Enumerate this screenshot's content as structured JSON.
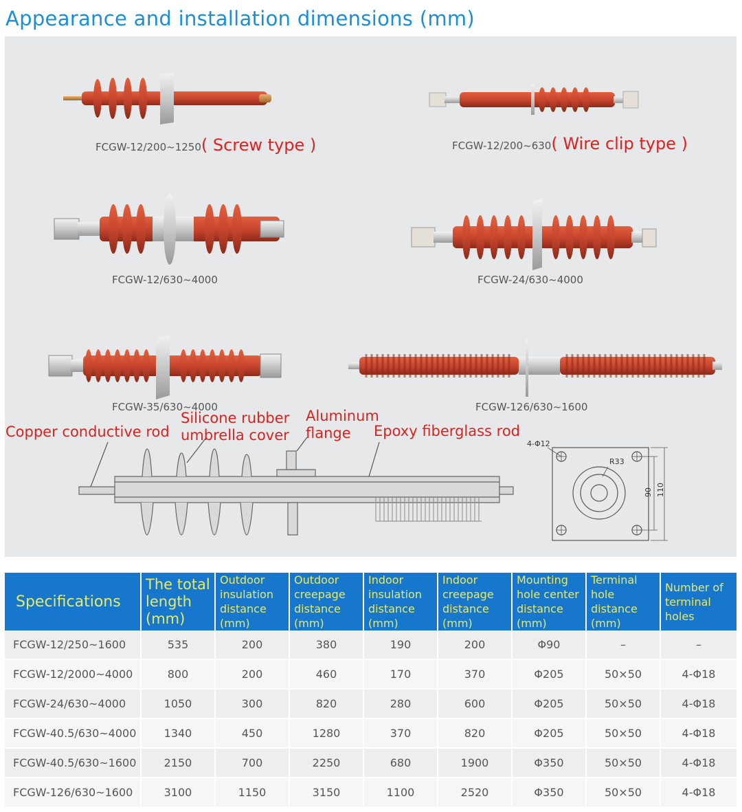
{
  "title": "Appearance and installation dimensions (mm)",
  "products": [
    {
      "model": "FCGW-12/200~1250",
      "note": "( Screw type )"
    },
    {
      "model": "FCGW-12/200~630",
      "note": "( Wire clip type )"
    },
    {
      "model": "FCGW-12/630~4000",
      "note": ""
    },
    {
      "model": "FCGW-24/630~4000",
      "note": ""
    },
    {
      "model": "FCGW-35/630~4000",
      "note": ""
    },
    {
      "model": "FCGW-126/630~1600",
      "note": ""
    }
  ],
  "diagram_labels": {
    "copper": "Copper conductive rod",
    "silicone_1": "Silicone rubber",
    "silicone_2": "umbrella cover",
    "aluminum_1": "Aluminum",
    "aluminum_2": "flange",
    "epoxy": "Epoxy fiberglass rod"
  },
  "dimension_labels": {
    "holes": "4-Φ12",
    "radius": "R33",
    "inner": "90",
    "outer": "110"
  },
  "table": {
    "headers": [
      "Specifications",
      "The total length (mm)",
      "Outdoor insulation distance (mm)",
      "Outdoor creepage distance (mm)",
      "Indoor insulation distance (mm)",
      "Indoor creepage distance (mm)",
      "Mounting hole center distance (mm)",
      "Terminal hole distance (mm)",
      "Number of terminal holes"
    ],
    "rows": [
      [
        "FCGW-12/250~1600",
        "535",
        "200",
        "380",
        "190",
        "200",
        "Φ90",
        "–",
        "–"
      ],
      [
        "FCGW-12/2000~4000",
        "800",
        "200",
        "460",
        "170",
        "370",
        "Φ205",
        "50×50",
        "4-Φ18"
      ],
      [
        "FCGW-24/630~4000",
        "1050",
        "300",
        "820",
        "280",
        "600",
        "Φ205",
        "50×50",
        "4-Φ18"
      ],
      [
        "FCGW-40.5/630~4000",
        "1340",
        "450",
        "1280",
        "370",
        "820",
        "Φ205",
        "50×50",
        "4-Φ18"
      ],
      [
        "FCGW-40.5/630~1600",
        "2150",
        "700",
        "2250",
        "680",
        "1900",
        "Φ350",
        "50×50",
        "4-Φ18"
      ],
      [
        "FCGW-126/630~1600",
        "3100",
        "1150",
        "3150",
        "1100",
        "2520",
        "Φ350",
        "50×50",
        "4-Φ18"
      ]
    ]
  },
  "colors": {
    "title": "#1a8fd8",
    "header_bg": "#1677cc",
    "header_text": "#e8ea6a",
    "insulator_red": "#c8462e",
    "label_red": "#d8231f"
  }
}
